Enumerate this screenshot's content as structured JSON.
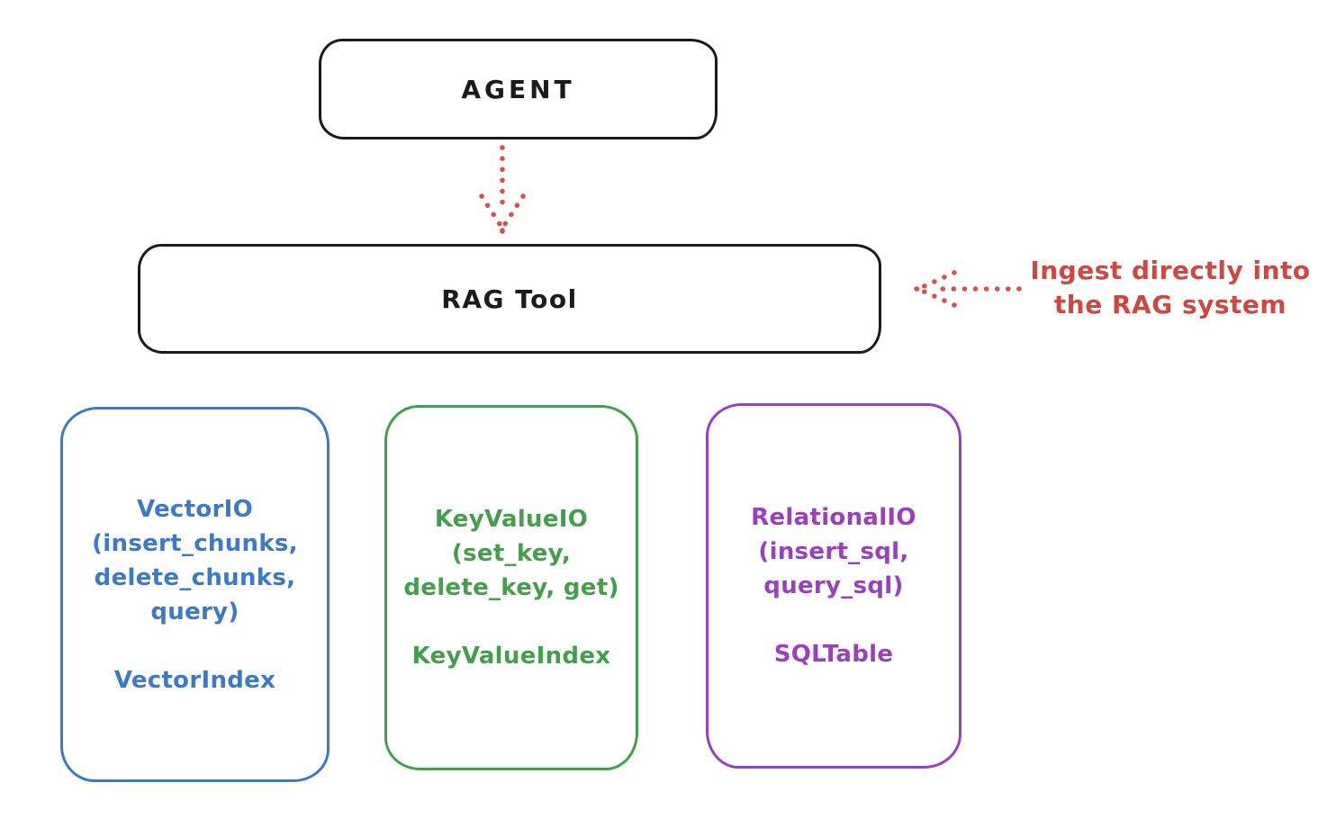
{
  "diagram": {
    "agent": {
      "label": "AGENT"
    },
    "rag_tool": {
      "label": "RAG Tool"
    },
    "annotation": {
      "line1": "Ingest directly into",
      "line2": "the RAG system"
    },
    "colors": {
      "ink": "#1b1b1b",
      "annotation_red": "#d04742",
      "vector_blue": "#3b7ac4",
      "keyvalue_green": "#42a04c",
      "relational_purple": "#9a3fbf"
    },
    "backends": {
      "vector": {
        "line1": "VectorIO",
        "line2": "(insert_chunks,",
        "line3": "delete_chunks,",
        "line4": "query)",
        "index": "VectorIndex"
      },
      "keyvalue": {
        "line1": "KeyValueIO",
        "line2": "(set_key,",
        "line3": "delete_key, get)",
        "index": "KeyValueIndex"
      },
      "relational": {
        "line1": "RelationalIO",
        "line2": "(insert_sql,",
        "line3": "query_sql)",
        "index": "SQLTable"
      }
    }
  }
}
